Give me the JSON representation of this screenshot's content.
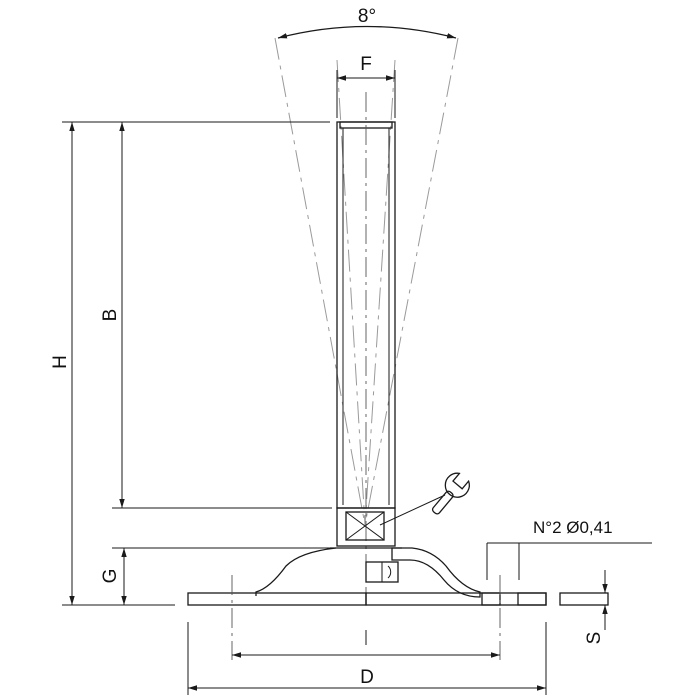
{
  "labels": {
    "angle": "8°",
    "thread": "F",
    "rod_length": "B",
    "height": "H",
    "base_height": "G",
    "diameter": "D",
    "thickness": "S",
    "holes": "N°2 Ø0,41"
  },
  "icons": {
    "wrench": "wrench-icon"
  }
}
